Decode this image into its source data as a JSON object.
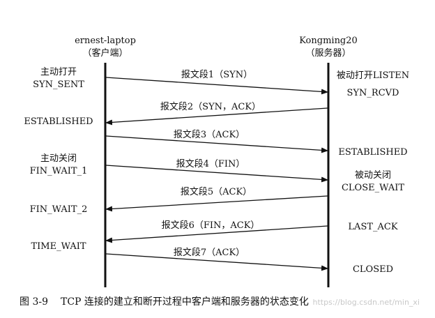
{
  "hosts": {
    "client": {
      "name": "ernest-laptop",
      "role": "（客户端）"
    },
    "server": {
      "name": "Kongming20",
      "role": "（服务器）"
    }
  },
  "client_states": {
    "active_open": "主动打开",
    "syn_sent": "SYN_SENT",
    "established": "ESTABLISHED",
    "active_close": "主动关闭",
    "fin_wait_1": "FIN_WAIT_1",
    "fin_wait_2": "FIN_WAIT_2",
    "time_wait": "TIME_WAIT"
  },
  "server_states": {
    "passive_open": "被动打开LISTEN",
    "syn_rcvd": "SYN_RCVD",
    "established": "ESTABLISHED",
    "passive_close": "被动关闭",
    "close_wait": "CLOSE_WAIT",
    "last_ack": "LAST_ACK",
    "closed": "CLOSED"
  },
  "segments": [
    {
      "label": "报文段1（SYN）",
      "direction": "client-to-server"
    },
    {
      "label": "报文段2（SYN，ACK）",
      "direction": "server-to-client"
    },
    {
      "label": "报文段3（ACK）",
      "direction": "client-to-server"
    },
    {
      "label": "报文段4（FIN）",
      "direction": "client-to-server"
    },
    {
      "label": "报文段5（ACK）",
      "direction": "server-to-client"
    },
    {
      "label": "报文段6（FIN，ACK）",
      "direction": "server-to-client"
    },
    {
      "label": "报文段7（ACK）",
      "direction": "client-to-server"
    }
  ],
  "caption": {
    "number": "图 3-9",
    "text": "TCP 连接的建立和断开过程中客户端和服务器的状态变化"
  },
  "watermark": "https://blog.csdn.net/min_xi",
  "colors": {
    "line": "#111111",
    "background": "#ffffff",
    "watermark": "#c8c8c8"
  }
}
